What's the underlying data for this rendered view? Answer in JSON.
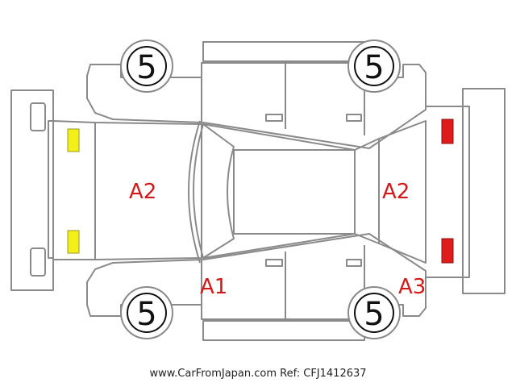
{
  "wheels": {
    "front_left": "5",
    "front_right": "5",
    "rear_left": "5",
    "rear_right": "5"
  },
  "damage_codes": {
    "hood": "A2",
    "rear_window": "A2",
    "front_left_door": "A1",
    "rear_left_quarter": "A3"
  },
  "footer": {
    "site": "www.CarFromJapan.com",
    "ref_prefix": "Ref: ",
    "ref": "CFJ1412637"
  },
  "colors": {
    "outline": "#8a8a8a",
    "headlight": "#f2ef1a",
    "taillight": "#e01b1b",
    "damage_text": "#d31919"
  },
  "icons": {
    "headlights": "yellow-rect-icon",
    "taillights": "red-rect-icon"
  }
}
